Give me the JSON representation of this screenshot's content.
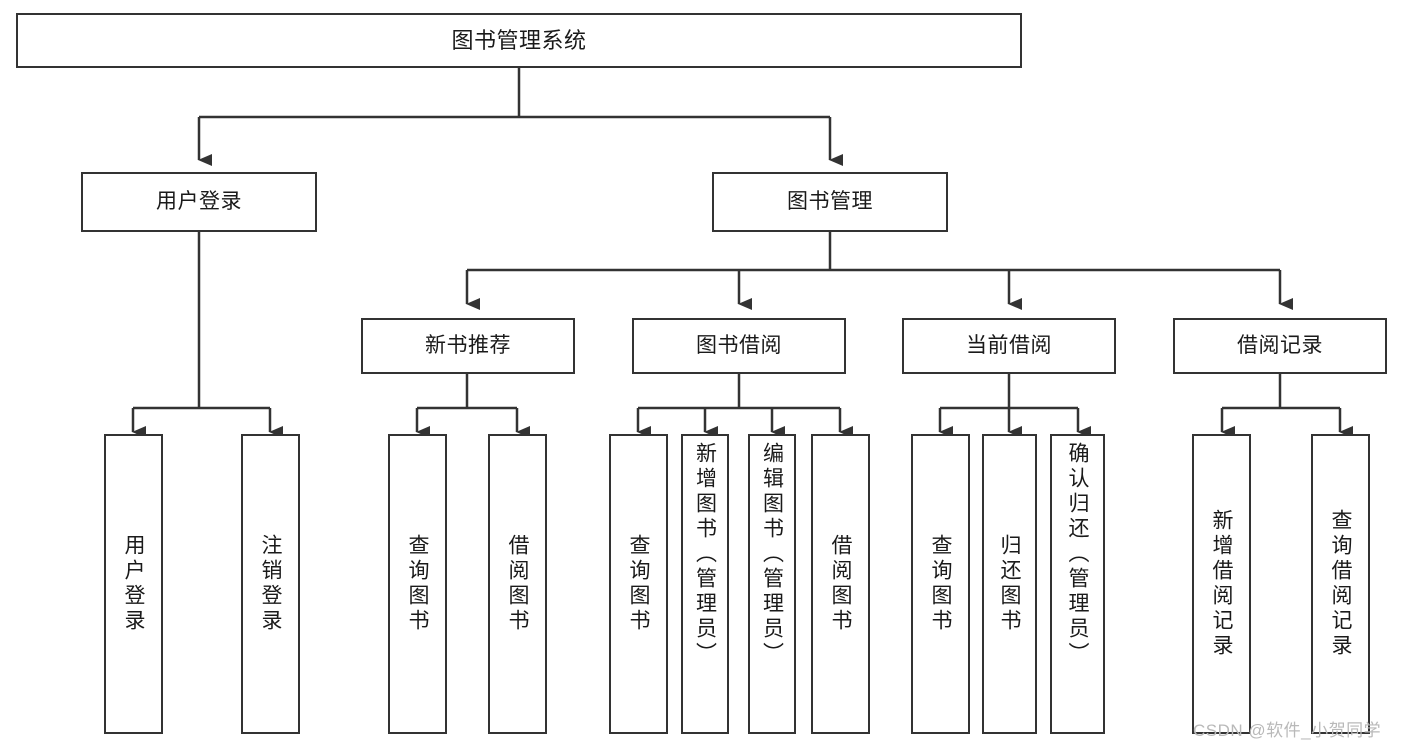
{
  "diagram": {
    "title": "图书管理系统",
    "type": "tree-hierarchy",
    "root": {
      "label": "图书管理系统"
    },
    "level2": [
      {
        "label": "用户登录"
      },
      {
        "label": "图书管理"
      }
    ],
    "level3": [
      {
        "label": "新书推荐"
      },
      {
        "label": "图书借阅"
      },
      {
        "label": "当前借阅"
      },
      {
        "label": "借阅记录"
      }
    ],
    "leaves": {
      "user_login": [
        {
          "label": "用户登录"
        },
        {
          "label": "注销登录"
        }
      ],
      "new_book_recommend": [
        {
          "label": "查询图书"
        },
        {
          "label": "借阅图书"
        }
      ],
      "book_borrow": [
        {
          "label": "查询图书"
        },
        {
          "label": "新增图书（管理员）"
        },
        {
          "label": "编辑图书（管理员）"
        },
        {
          "label": "借阅图书"
        }
      ],
      "current_borrow": [
        {
          "label": "查询图书"
        },
        {
          "label": "归还图书"
        },
        {
          "label": "确认归还（管理员）"
        }
      ],
      "borrow_record": [
        {
          "label": "新增借阅记录"
        },
        {
          "label": "查询借阅记录"
        }
      ]
    }
  },
  "watermark": {
    "text": "CSDN @软件_小贺同学"
  },
  "colors": {
    "box_border": "#333333",
    "box_fill": "#ffffff",
    "connector": "#333333",
    "text": "#1a1a1a",
    "watermark": "#b9b9b9"
  }
}
